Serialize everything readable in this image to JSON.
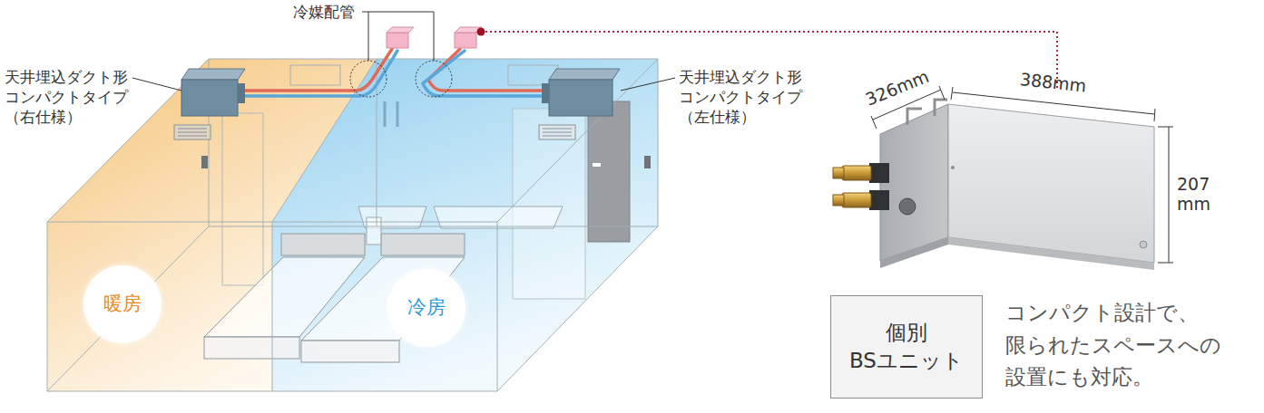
{
  "diagram": {
    "nodes": [
      {
        "text": [
          "暖房"
        ]
      },
      {
        "text": [
          "冷房"
        ]
      },
      {
        "text": [
          "個別 BSユニット"
        ]
      }
    ],
    "labels": [
      "冷媒配管",
      "天井埋込ダクト形 コンパクトタイプ （右仕様）",
      "天井埋込ダクト形 コンパクトタイプ （左仕様）",
      "326mm",
      "388mm",
      "207 mm",
      "コンパクト設計で、 限られたスペースへの 設置にも対応。"
    ]
  }
}
